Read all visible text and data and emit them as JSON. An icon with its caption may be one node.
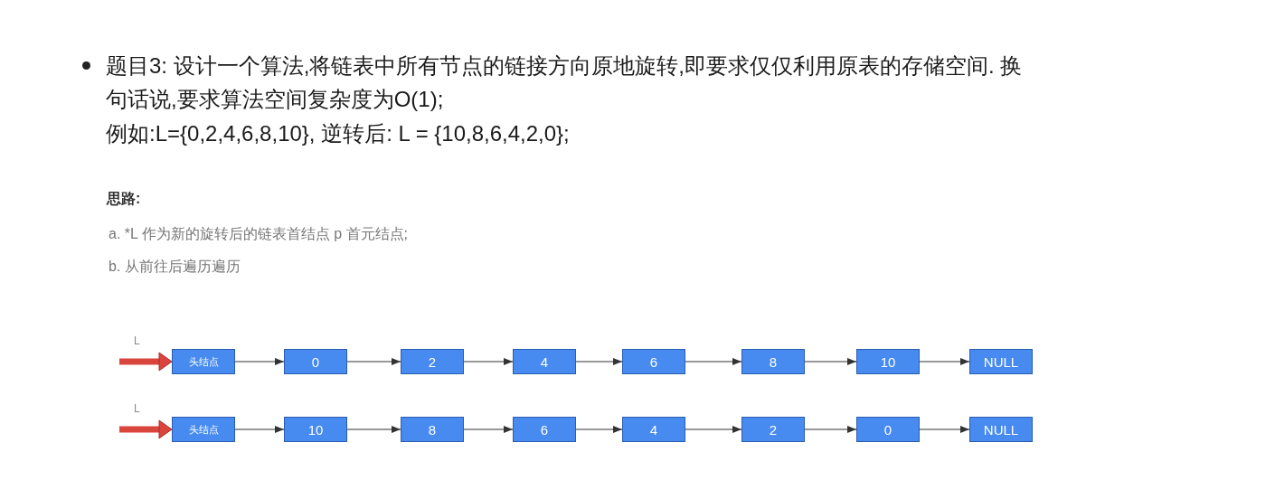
{
  "diagram": {
    "nodes": [
      {
        "text": [
          "头结点"
        ]
      },
      {
        "text": [
          "0"
        ]
      },
      {
        "text": [
          "2"
        ]
      },
      {
        "text": [
          "4"
        ]
      },
      {
        "text": [
          "6"
        ]
      },
      {
        "text": [
          "8"
        ]
      },
      {
        "text": [
          "10"
        ]
      },
      {
        "text": [
          "NULL"
        ]
      },
      {
        "text": [
          "头结点"
        ]
      },
      {
        "text": [
          "10"
        ]
      },
      {
        "text": [
          "8"
        ]
      },
      {
        "text": [
          "6"
        ]
      },
      {
        "text": [
          "4"
        ]
      },
      {
        "text": [
          "2"
        ]
      },
      {
        "text": [
          "0"
        ]
      },
      {
        "text": [
          "NULL"
        ]
      }
    ],
    "edges": [
      {
        "from": null,
        "to": 0,
        "arrow": "to",
        "label": "L",
        "style": "thick",
        "color": "#d9453c"
      },
      {
        "from": 0,
        "to": 1,
        "arrow": "to"
      },
      {
        "from": 1,
        "to": 2,
        "arrow": "to"
      },
      {
        "from": 2,
        "to": 3,
        "arrow": "to"
      },
      {
        "from": 3,
        "to": 4,
        "arrow": "to"
      },
      {
        "from": 4,
        "to": 5,
        "arrow": "to"
      },
      {
        "from": 5,
        "to": 6,
        "arrow": "to"
      },
      {
        "from": 6,
        "to": 7,
        "arrow": "to"
      },
      {
        "from": null,
        "to": 8,
        "arrow": "to",
        "label": "L",
        "style": "thick",
        "color": "#d9453c"
      },
      {
        "from": 8,
        "to": 9,
        "arrow": "to"
      },
      {
        "from": 9,
        "to": 10,
        "arrow": "to"
      },
      {
        "from": 10,
        "to": 11,
        "arrow": "to"
      },
      {
        "from": 11,
        "to": 12,
        "arrow": "to"
      },
      {
        "from": 12,
        "to": 13,
        "arrow": "to"
      },
      {
        "from": 13,
        "to": 14,
        "arrow": "to"
      },
      {
        "from": 14,
        "to": 15,
        "arrow": "to"
      }
    ],
    "labels": [
      "题目3: 设计一个算法,将链表中所有节点的链接方向原地旋转,即要求仅仅利用原表的存储空间. 换句话说,要求算法空间复杂度为O(1);",
      "例如:L={0,2,4,6,8,10}, 逆转后: L = {10,8,6,4,2,0};",
      "思路:",
      "a. *L 作为新的旋转后的链表首结点 p 首元结点;",
      "b. 从前往后遍历遍历"
    ]
  }
}
